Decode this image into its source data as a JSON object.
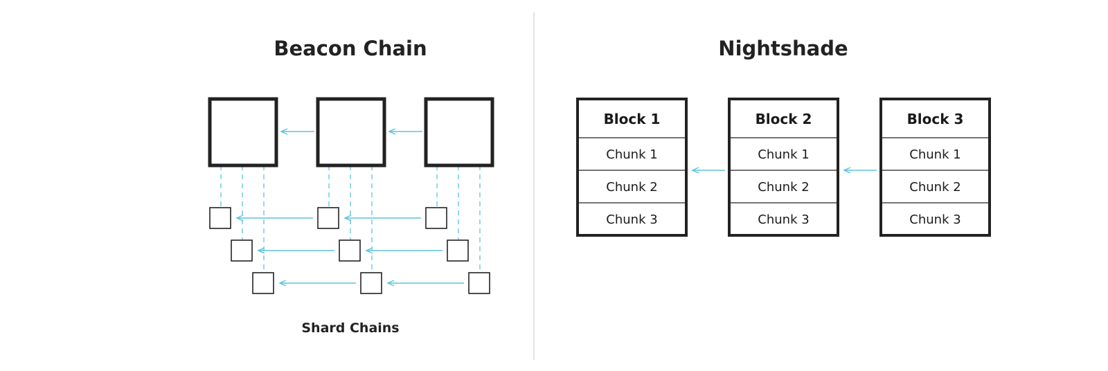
{
  "left_panel": {
    "title": "Beacon Chain",
    "caption": "Shard Chains",
    "beacon_block_count": 3,
    "shard_chain_count": 3
  },
  "right_panel": {
    "title": "Nightshade",
    "blocks": [
      {
        "title": "Block 1",
        "chunks": [
          "Chunk 1",
          "Chunk 2",
          "Chunk 3"
        ]
      },
      {
        "title": "Block 2",
        "chunks": [
          "Chunk 1",
          "Chunk 2",
          "Chunk 3"
        ]
      },
      {
        "title": "Block 3",
        "chunks": [
          "Chunk 1",
          "Chunk 2",
          "Chunk 3"
        ]
      }
    ]
  },
  "colors": {
    "arrow": "#5bc4dc",
    "stroke": "#222222",
    "divider": "#e2e2e2"
  }
}
